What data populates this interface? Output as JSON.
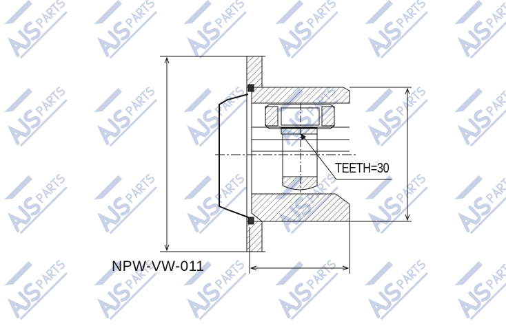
{
  "watermark": {
    "brand": "AJS",
    "sub": "PARTS",
    "color": "#c9d1e6"
  },
  "drawing": {
    "part_number": "NPW-VW-011",
    "annotation": "TEETH=30"
  }
}
